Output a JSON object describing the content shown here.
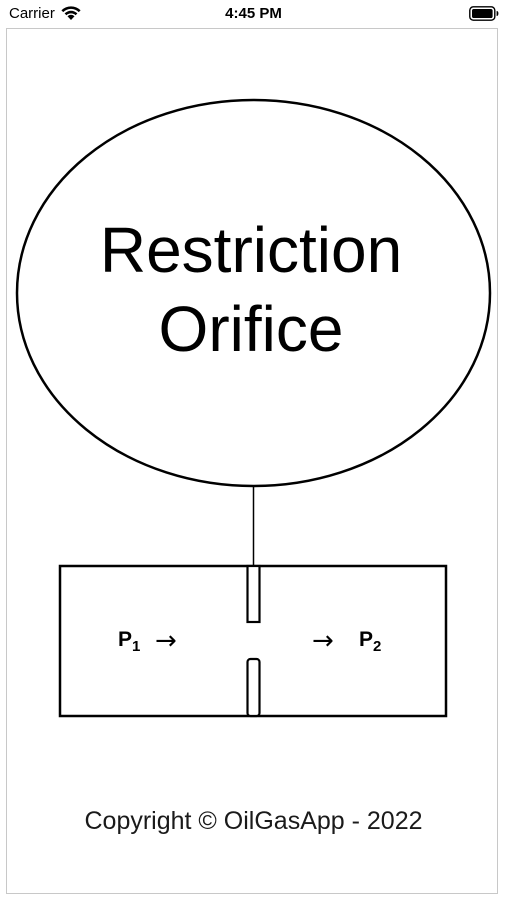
{
  "status_bar": {
    "carrier": "Carrier",
    "time": "4:45 PM"
  },
  "diagram": {
    "title_line1": "Restriction",
    "title_line2": "Orifice",
    "upstream_label": "P",
    "upstream_sub": "1",
    "downstream_label": "P",
    "downstream_sub": "2",
    "arrow": "→"
  },
  "footer": {
    "copyright": "Copyright © OilGasApp  - 2022"
  }
}
